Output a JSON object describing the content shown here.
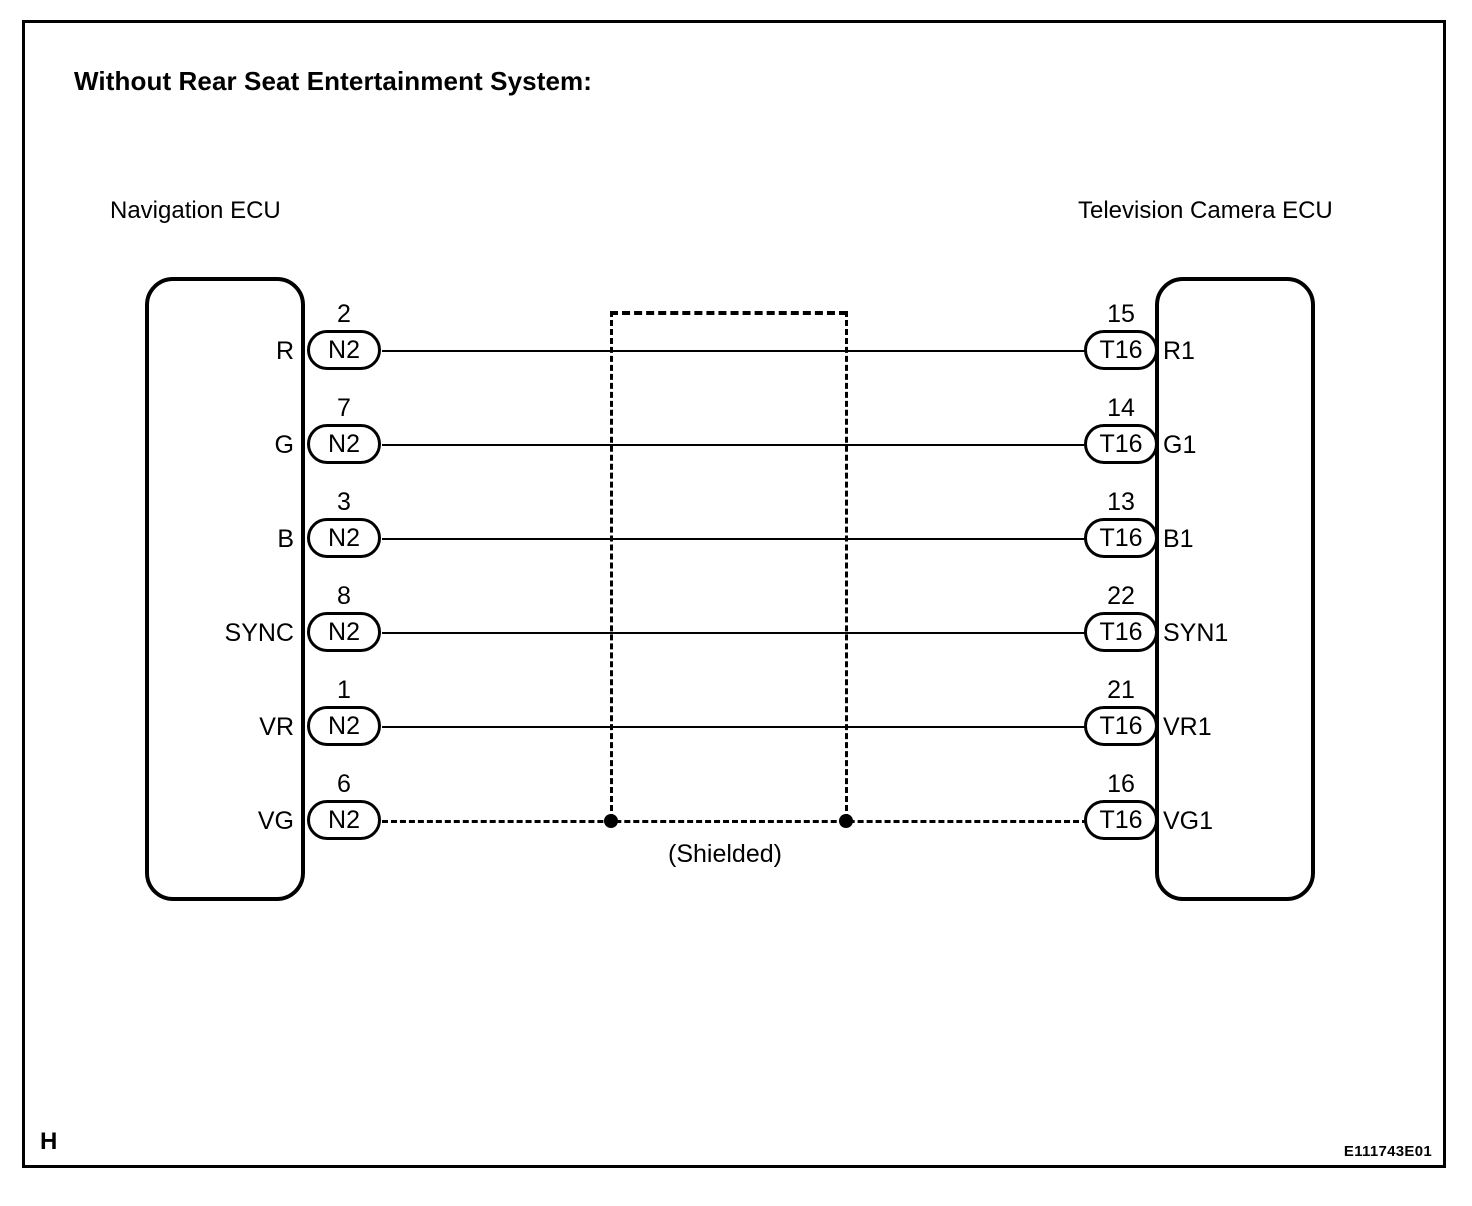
{
  "title": "Without Rear Seat Entertainment System:",
  "left_ecu": {
    "name": "Navigation ECU",
    "connector": "N2"
  },
  "right_ecu": {
    "name": "Television Camera ECU",
    "connector": "T16"
  },
  "rows": [
    {
      "left_terminal": "R",
      "left_pin": "2",
      "left_connector": "N2",
      "right_pin": "15",
      "right_connector": "T16",
      "right_terminal": "R1",
      "line_style": "solid"
    },
    {
      "left_terminal": "G",
      "left_pin": "7",
      "left_connector": "N2",
      "right_pin": "14",
      "right_connector": "T16",
      "right_terminal": "G1",
      "line_style": "solid"
    },
    {
      "left_terminal": "B",
      "left_pin": "3",
      "left_connector": "N2",
      "right_pin": "13",
      "right_connector": "T16",
      "right_terminal": "B1",
      "line_style": "solid"
    },
    {
      "left_terminal": "SYNC",
      "left_pin": "8",
      "left_connector": "N2",
      "right_pin": "22",
      "right_connector": "T16",
      "right_terminal": "SYN1",
      "line_style": "solid"
    },
    {
      "left_terminal": "VR",
      "left_pin": "1",
      "left_connector": "N2",
      "right_pin": "21",
      "right_connector": "T16",
      "right_terminal": "VR1",
      "line_style": "solid"
    },
    {
      "left_terminal": "VG",
      "left_pin": "6",
      "left_connector": "N2",
      "right_pin": "16",
      "right_connector": "T16",
      "right_terminal": "VG1",
      "line_style": "dashed"
    }
  ],
  "shield": {
    "caption": "(Shielded)"
  },
  "footer": {
    "corner_letter": "H",
    "figure_code": "E111743E01"
  },
  "colors": {
    "line": "#000000",
    "background": "#ffffff"
  }
}
